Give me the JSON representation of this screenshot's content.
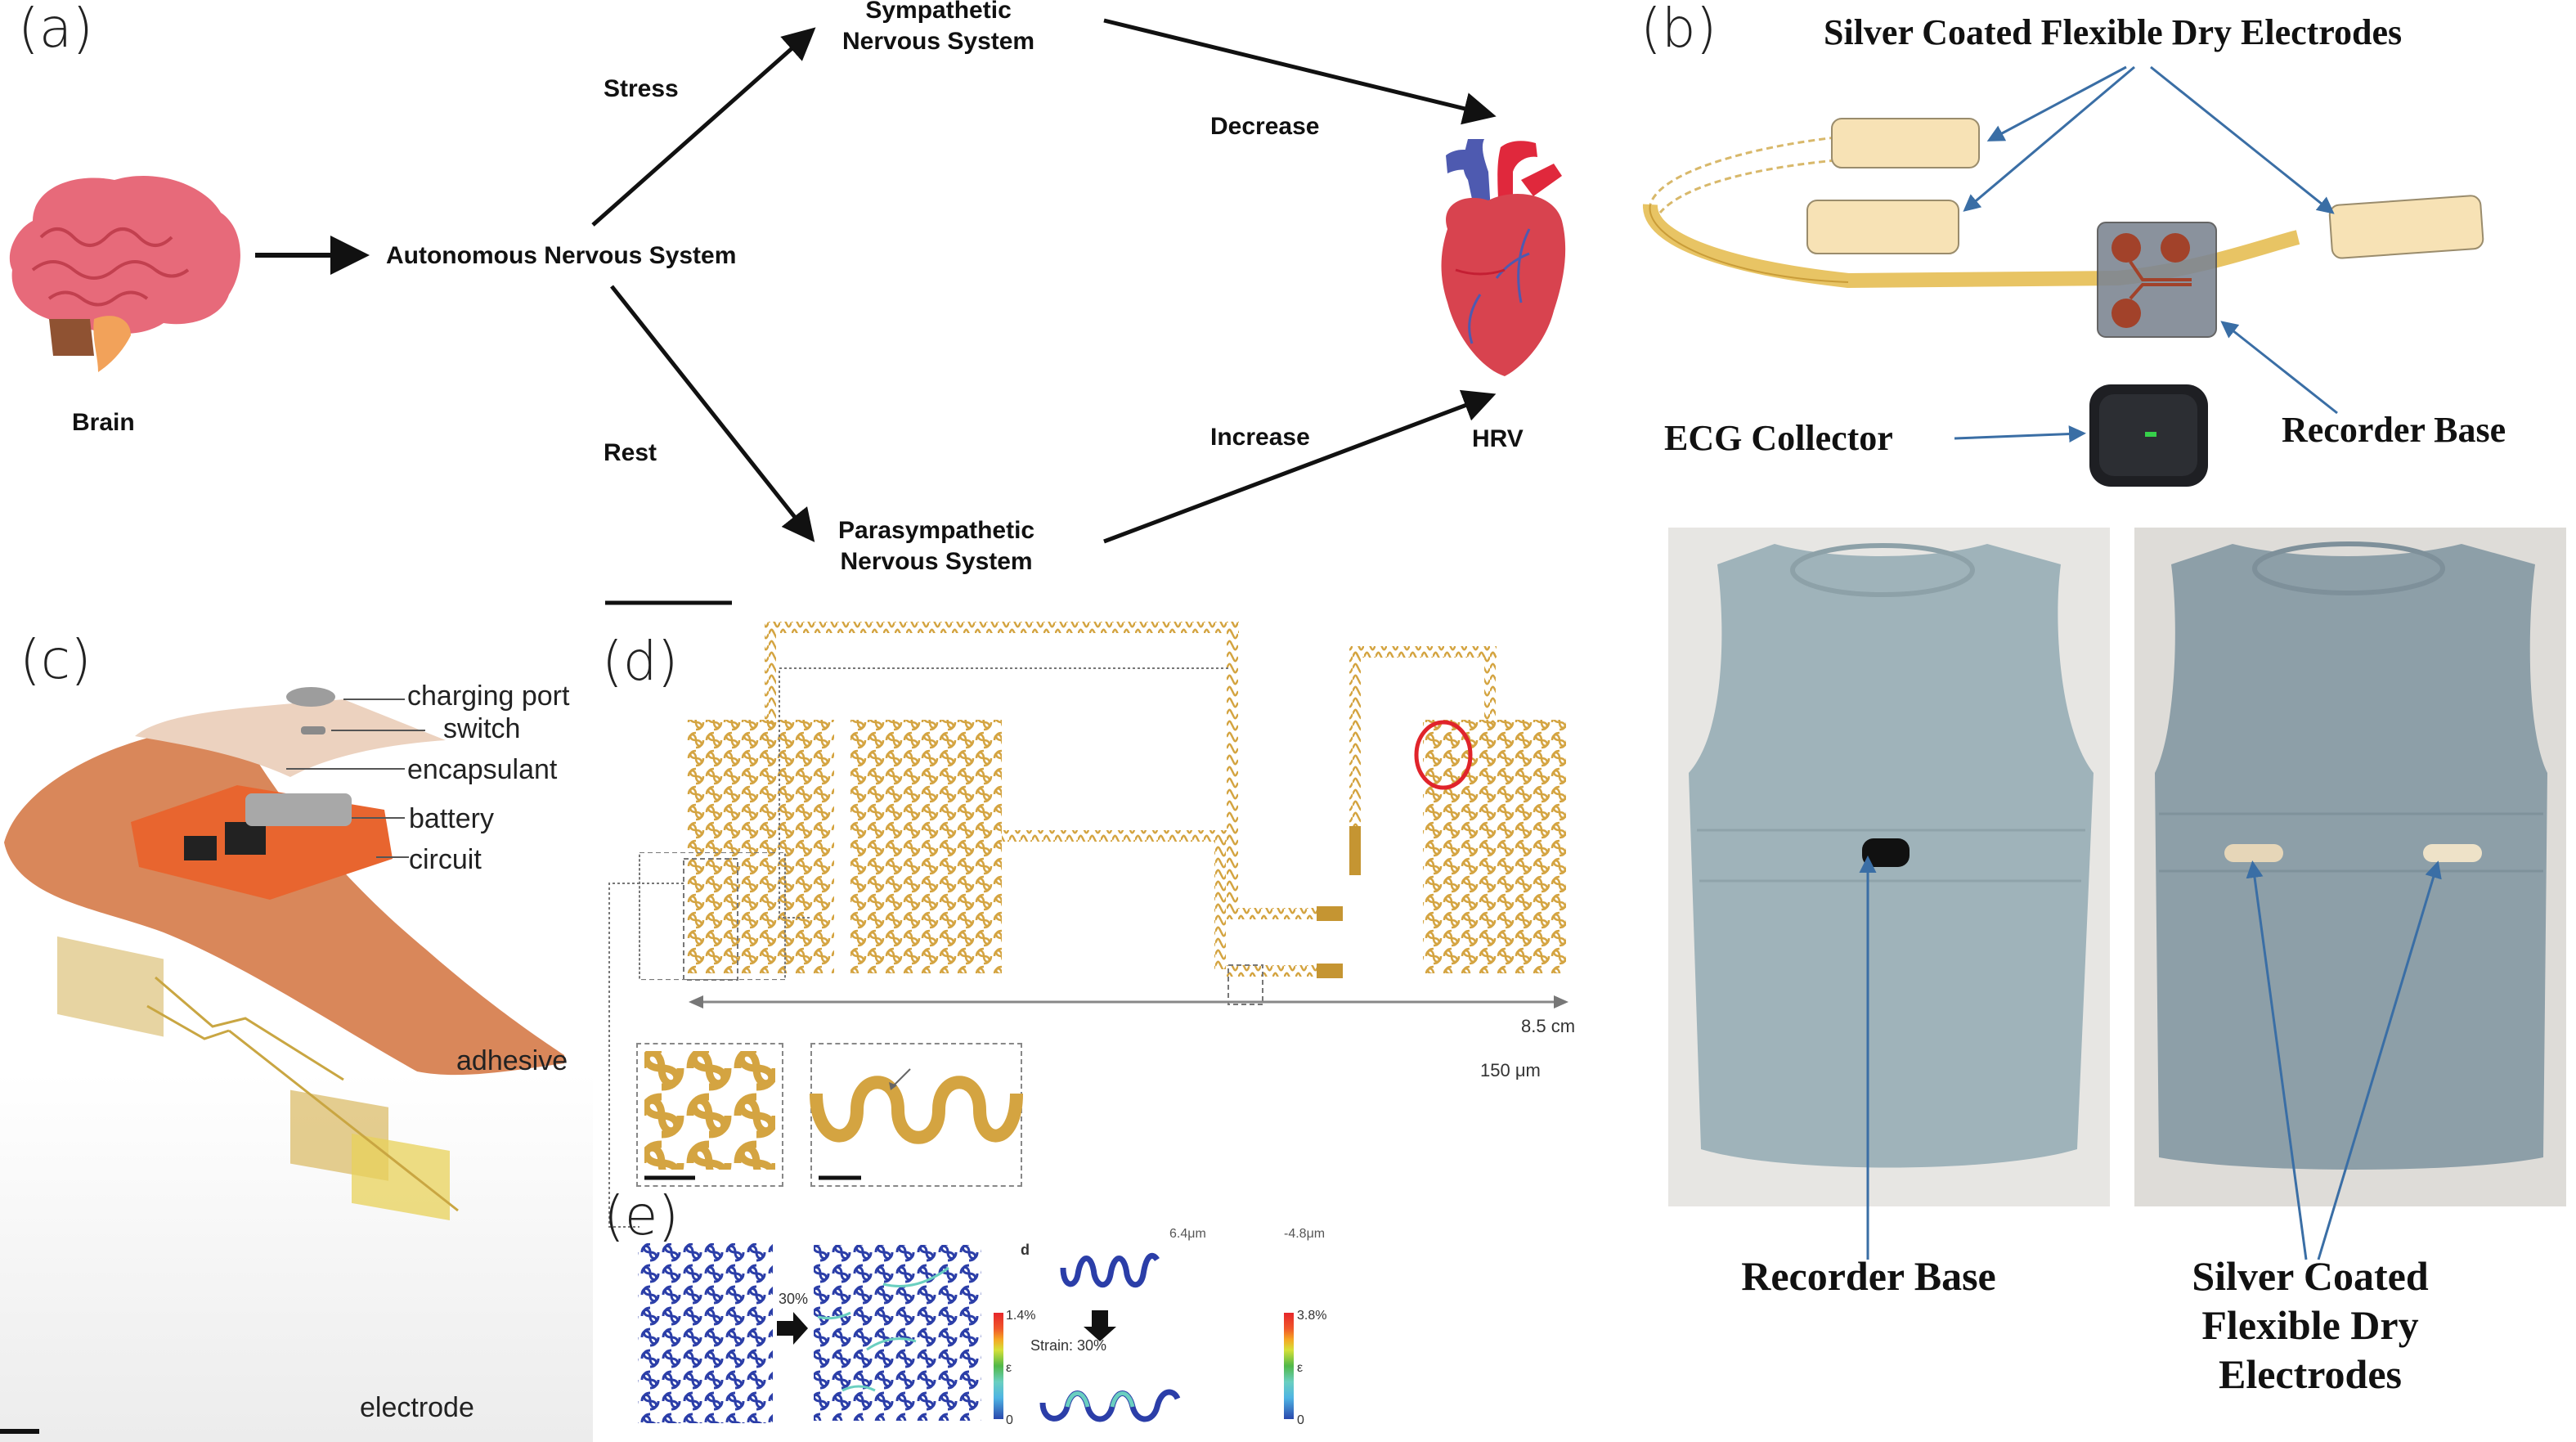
{
  "panels": {
    "a": {
      "label": "(a)",
      "brain": "Brain",
      "ans": "Autonomous Nervous System",
      "stress": "Stress",
      "rest": "Rest",
      "sympathetic": [
        "Sympathetic",
        "Nervous System"
      ],
      "parasympathetic": [
        "Parasympathetic",
        "Nervous System"
      ],
      "decrease": "Decrease",
      "increase": "Increase",
      "hrv": "HRV",
      "icons": [
        "brain-icon",
        "heart-icon"
      ]
    },
    "b": {
      "label": "(b)",
      "title": "Silver Coated Flexible Dry Electrodes",
      "ecg_collector": "ECG Collector",
      "recorder_base": "Recorder Base",
      "photo_left_label": "Recorder Base",
      "photo_right_label": [
        "Silver Coated",
        "Flexible Dry",
        "Electrodes"
      ],
      "colors": {
        "arrow": "#3a6ea5",
        "shirt": "#9aaeb6",
        "electrode": "#f7e2b5",
        "strap": "#f0c860"
      }
    },
    "c": {
      "label": "(c)",
      "layers": [
        "charging port",
        "switch",
        "encapsulant",
        "battery",
        "circuit",
        "adhesive",
        "electrode"
      ],
      "colors": {
        "adhesive": "#d9875a",
        "circuit": "#e8652f",
        "encapsulant": "#ecd2bf",
        "electrode": "#d9b860"
      }
    },
    "d": {
      "label": "(d)",
      "length": "8.5 cm",
      "width_annotation": "150 μm",
      "colors": {
        "trace": "#d4a441",
        "highlight": "#e0242b"
      }
    },
    "e": {
      "label": "(e)",
      "strain_pct": "30%",
      "left_colorbar": {
        "max": "1.4%",
        "mid": "ε",
        "min": "0"
      },
      "sub_label": "d",
      "disp_left": "6.4μm",
      "disp_right": "-4.8μm",
      "strain_text": "Strain: 30%",
      "right_colorbar": {
        "max": "3.8%",
        "mid": "ε",
        "min": "0"
      },
      "colorbar_colors": [
        "#e6262b",
        "#f0582a",
        "#f5a623",
        "#d6e038",
        "#8ccf3a",
        "#50b848",
        "#5ec391",
        "#6acfc0",
        "#4fb4e3",
        "#2c6cc8",
        "#2a48ad"
      ],
      "trace_color": "#2b3ea8"
    }
  }
}
